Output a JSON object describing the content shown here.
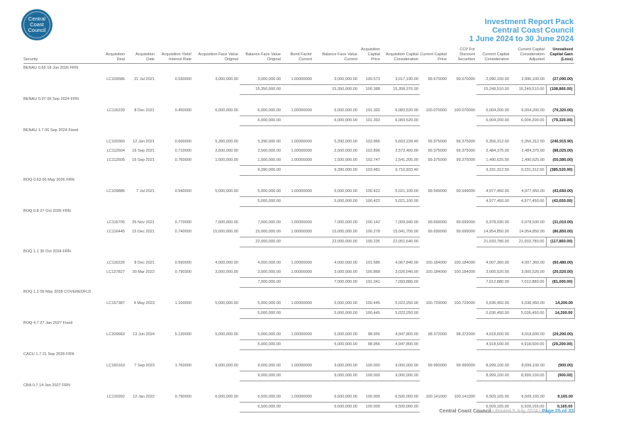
{
  "logo": {
    "line1": "Central",
    "line2": "Coast",
    "line3": "Council"
  },
  "header": {
    "title": "Investment Report Pack",
    "org": "Central Coast Council",
    "period": "1 June 2024 to 30 June 2024"
  },
  "columns": [
    "Security",
    "Acquisition Deal",
    "Acquisition Date",
    "Acquisition Yield/ Interest Rate",
    "Acquisition Face Value Original",
    "Balance Face Value Original",
    "Bond Factor Current",
    "Balance Face Value Current",
    "Acquisition Capital Price",
    "Acquisition Capital Consideration",
    "Current Capital Price",
    "CCP For Discount Securities",
    "Current Capital Consideration",
    "Current Capital Consideration Adjusted",
    "Unrealised Capital Gain (Loss)"
  ],
  "groups": [
    {
      "name": "BENAU 0.65 18 Jun 2026 FRN",
      "rows": [
        [
          "LC109586",
          "21 Jul 2021",
          "0.530000",
          "3,000,000.00",
          "3,000,000.00",
          "1.00000000",
          "3,000,000.00",
          "100.573",
          "3,017,190.00",
          "99.670000",
          "99.670000",
          "2,990,100.00",
          "2,990,100.00",
          "(27,090.00)"
        ]
      ],
      "total": [
        "15,350,000.00",
        "15,350,000.00",
        "100.388",
        "15,358,376.00",
        "15,249,510.00",
        "15,249,510.00",
        "(108,866.00)"
      ]
    },
    {
      "name": "BENAU 0.97 06 Sep 2024 FRN",
      "rows": [
        [
          "LC116239",
          "8 Dec 2021",
          "0.450000",
          "6,000,000.00",
          "6,000,000.00",
          "1.00000000",
          "6,000,000.00",
          "101.392",
          "6,083,520.00",
          "100.070000",
          "100.070000",
          "6,004,200.00",
          "6,004,200.00",
          "(79,320.00)"
        ]
      ],
      "total": [
        "6,000,000.00",
        "6,000,000.00",
        "101.392",
        "6,083,520.00",
        "6,004,200.00",
        "6,004,200.00",
        "(79,320.00)"
      ]
    },
    {
      "name": "BENAU 1.7 06 Sep 2024 Fixed",
      "rows": [
        [
          "LC100360",
          "12 Jan 2021",
          "0.600000",
          "5,390,000.00",
          "5,390,000.00",
          "1.00000000",
          "5,390,000.00",
          "103.966",
          "5,603,228.40",
          "99.375000",
          "99.375000",
          "5,356,312.50",
          "5,356,312.50",
          "(246,915.90)"
        ],
        [
          "LC112604",
          "16 Sep 2021",
          "0.710000",
          "2,500,000.00",
          "2,500,000.00",
          "1.00000000",
          "2,500,000.00",
          "102.896",
          "2,572,400.00",
          "99.375000",
          "99.375000",
          "2,484,375.00",
          "2,484,375.00",
          "(88,025.00)"
        ],
        [
          "LC112605",
          "16 Sep 2021",
          "0.760000",
          "1,500,000.00",
          "1,500,000.00",
          "1.00000000",
          "1,500,000.00",
          "102.747",
          "1,541,205.00",
          "99.375000",
          "99.375000",
          "1,490,625.00",
          "1,490,625.00",
          "(50,580.00)"
        ]
      ],
      "total": [
        "9,390,000.00",
        "9,390,000.00",
        "103.481",
        "9,716,833.40",
        "9,331,312.50",
        "9,331,312.50",
        "(385,520.90)"
      ]
    },
    {
      "name": "BOQ 0.63 06 May 2026 FRN",
      "rows": [
        [
          "LC109886",
          "7 Jul 2021",
          "0.540000",
          "5,000,000.00",
          "5,000,000.00",
          "1.00000000",
          "5,000,000.00",
          "100.422",
          "5,021,100.00",
          "99.549000",
          "99.549000",
          "4,977,450.00",
          "4,977,450.00",
          "(43,650.00)"
        ]
      ],
      "total": [
        "5,000,000.00",
        "5,000,000.00",
        "100.422",
        "5,021,100.00",
        "4,977,450.00",
        "4,977,450.00",
        "(43,650.00)"
      ]
    },
    {
      "name": "BOQ 0.8 27 Oct 2026 FRN",
      "rows": [
        [
          "LC115705",
          "25 Nov 2021",
          "0.770000",
          "7,000,000.00",
          "7,000,000.00",
          "1.00000000",
          "7,000,000.00",
          "100.142",
          "7,009,940.00",
          "99.699000",
          "99.699000",
          "6,978,930.00",
          "6,978,930.00",
          "(31,010.00)"
        ],
        [
          "LC116445",
          "15 Dec 2021",
          "0.740000",
          "15,000,000.00",
          "15,000,000.00",
          "1.00000000",
          "15,000,000.00",
          "100.278",
          "15,041,700.00",
          "99.699000",
          "99.699000",
          "14,954,850.00",
          "14,954,850.00",
          "(86,850.00)"
        ]
      ],
      "total": [
        "22,000,000.00",
        "22,000,000.00",
        "100.235",
        "22,051,640.00",
        "21,933,780.00",
        "21,933,780.00",
        "(117,860.00)"
      ]
    },
    {
      "name": "BOQ 1.1 30 Oct 2024 FRN",
      "rows": [
        [
          "LC116226",
          "8 Dec 2021",
          "0.590000",
          "4,000,000.00",
          "4,000,000.00",
          "1.00000000",
          "4,000,000.00",
          "101.686",
          "4,067,840.00",
          "100.184000",
          "100.184000",
          "4,007,360.00",
          "4,007,360.00",
          "(60,480.00)"
        ],
        [
          "LC137827",
          "30 Mar 2022",
          "0.790300",
          "3,000,000.00",
          "3,000,000.00",
          "1.00000000",
          "3,000,000.00",
          "100.868",
          "3,026,040.00",
          "100.184000",
          "100.184000",
          "3,005,520.00",
          "3,005,520.00",
          "(20,520.00)"
        ]
      ],
      "total": [
        "7,000,000.00",
        "7,000,000.00",
        "101.341",
        "7,093,880.00",
        "7,012,880.00",
        "7,012,880.00",
        "(81,000.00)"
      ]
    },
    {
      "name": "BOQ 1.2 09 May 2028 COVEREDFLD",
      "rows": [
        [
          "LC157387",
          "4 May 2023",
          "1.100000",
          "5,000,000.00",
          "5,000,000.00",
          "1.00000000",
          "5,000,000.00",
          "100.445",
          "5,022,250.00",
          "100.729000",
          "100.729000",
          "5,036,450.00",
          "5,036,450.00",
          "14,200.00"
        ]
      ],
      "total": [
        "5,000,000.00",
        "5,000,000.00",
        "100.445",
        "5,022,250.00",
        "5,036,450.00",
        "5,036,450.00",
        "14,200.00"
      ]
    },
    {
      "name": "BOQ 4.7 27 Jan 2027 Fixed",
      "rows": [
        [
          "LC209663",
          "13 Jun 2024",
          "5.130000",
          "5,000,000.00",
          "5,000,000.00",
          "1.00000000",
          "5,000,000.00",
          "98.956",
          "4,947,800.00",
          "98.372000",
          "98.372000",
          "4,918,600.00",
          "4,918,600.00",
          "(29,200.00)"
        ]
      ],
      "total": [
        "5,000,000.00",
        "5,000,000.00",
        "98.956",
        "4,947,800.00",
        "4,918,600.00",
        "4,918,600.00",
        "(29,200.00)"
      ]
    },
    {
      "name": "CACU 1.7 21 Sep 2026 FRN",
      "rows": [
        [
          "LC160163",
          "7 Sep 2023",
          "1.760000",
          "9,000,000.00",
          "9,000,000.00",
          "1.00000000",
          "9,000,000.00",
          "100.000",
          "9,000,000.00",
          "99.990000",
          "99.990000",
          "8,999,100.00",
          "8,999,100.00",
          "(900.00)"
        ]
      ],
      "total": [
        "9,000,000.00",
        "9,000,000.00",
        "100.000",
        "9,000,000.00",
        "8,999,100.00",
        "8,999,100.00",
        "(900.00)"
      ]
    },
    {
      "name": "CBA 0.7 14 Jan 2027 FRN",
      "rows": [
        [
          "LC116992",
          "12 Jan 2022",
          "0.790000",
          "6,500,000.00",
          "6,500,000.00",
          "1.00000000",
          "6,500,000.00",
          "100.000",
          "6,500,000.00",
          "100.141000",
          "100.141000",
          "6,509,165.00",
          "6,509,165.00",
          "9,165.00"
        ]
      ],
      "total": [
        "6,500,000.00",
        "6,500,000.00",
        "100.000",
        "6,500,000.00",
        "6,509,165.00",
        "6,509,165.00",
        "9,165.00"
      ]
    }
  ],
  "footer": {
    "org": "Central Coast Council",
    "printed": "/ Printed 5 July 2024 /",
    "page": "Page 25 of 33"
  }
}
